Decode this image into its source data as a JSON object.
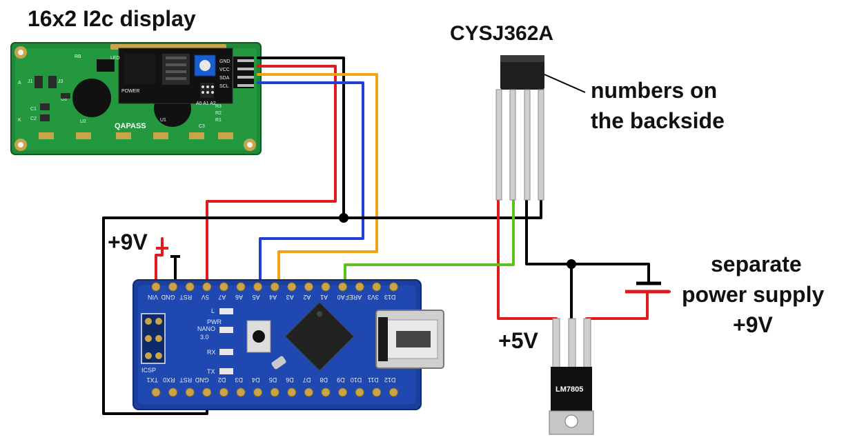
{
  "labels": {
    "display_title": "16x2 I2c display",
    "sensor_title": "CYSJ362A",
    "sensor_note_line1": "numbers on",
    "sensor_note_line2": "the backside",
    "supply_9v": "+9V",
    "supply_5v": "+5V",
    "separate_line1": "separate",
    "separate_line2": "power supply",
    "separate_line3": "+9V"
  },
  "lcd_module": {
    "pins": [
      "GND",
      "VCC",
      "SDA",
      "SCL"
    ],
    "brand": "QAPASS",
    "marks": [
      "LED",
      "POWER",
      "RB",
      "A0 A1 A2",
      "U1",
      "U2",
      "U3",
      "C3",
      "R1",
      "R2",
      "R3",
      "J1",
      "J3",
      "C1",
      "C2",
      "A",
      "K"
    ]
  },
  "arduino_nano": {
    "top_pins": [
      "VIN",
      "GND",
      "RST",
      "5V",
      "A7",
      "A6",
      "A5",
      "A4",
      "A3",
      "A2",
      "A1",
      "A0",
      "AREF",
      "3V3",
      "D13"
    ],
    "bottom_pins": [
      "TX1",
      "RX0",
      "RST",
      "GND",
      "D2",
      "D3",
      "D4",
      "D5",
      "D6",
      "D7",
      "D8",
      "D9",
      "D10",
      "D11",
      "D12"
    ],
    "board_text": [
      "NANO",
      "3.0",
      "PWR",
      "L",
      "RX",
      "TX",
      "ICSP"
    ]
  },
  "regulator": {
    "part": "LM7805"
  },
  "colors": {
    "red": "#e01b1b",
    "black": "#000000",
    "orange": "#f2a213",
    "blue": "#1f3fd8",
    "green": "#5cc21b",
    "pcb_blue": "#1b3f9e",
    "lcd_green": "#1f8a3a"
  }
}
